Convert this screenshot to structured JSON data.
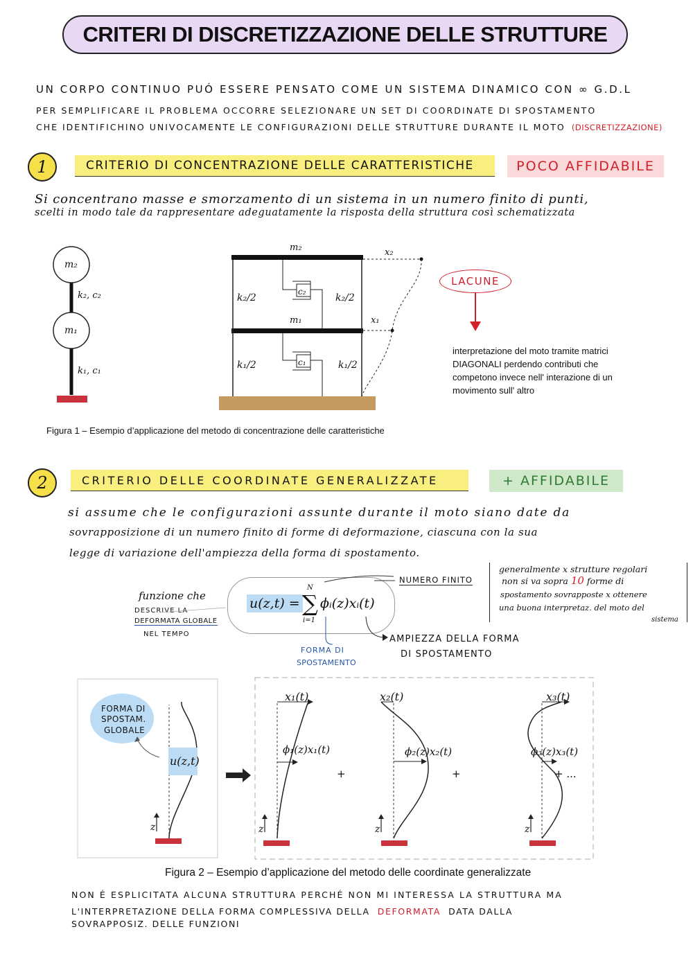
{
  "title": "CRITERI DI DISCRETIZZAZIONE DELLE STRUTTURE",
  "intro": {
    "line1": "UN CORPO CONTINUO PUÓ ESSERE PENSATO COME UN SISTEMA DINAMICO CON ∞ G.D.L",
    "line2": "PER SEMPLIFICARE IL PROBLEMA OCCORRE SELEZIONARE UN SET DI COORDINATE DI SPOSTAMENTO",
    "line3": "CHE IDENTIFICHINO UNIVOCAMENTE LE CONFIGURAZIONI DELLE STRUTTURE DURANTE IL MOTO",
    "line3_note": "(DISCRETIZZAZIONE)"
  },
  "section1": {
    "number": "1",
    "heading": "CRITERIO DI CONCENTRAZIONE DELLE CARATTERISTICHE",
    "badge": "POCO AFFIDABILE",
    "badge_color": "#f9d9d9",
    "text1": "Si concentrano masse e smorzamento di un sistema in un numero finito di punti,",
    "text2": "scelti in modo tale da rappresentare adeguatamente la risposta della struttura così schematizzata",
    "fig": {
      "m2": "m₂",
      "m1": "m₁",
      "k2c2": "k₂, c₂",
      "k1c1": "k₁, c₁",
      "frame_m2": "m₂",
      "frame_m1": "m₁",
      "x2": "x₂",
      "x1": "x₁",
      "c2": "c₂",
      "c1": "c₁",
      "k2half_l": "k₂/2",
      "k2half_r": "k₂/2",
      "k1half_l": "k₁/2",
      "k1half_r": "k₁/2"
    },
    "lacune": "LACUNE",
    "lacune_text": "interpretazione del moto tramite matrici DIAGONALI perdendo contributi che competono invece nell' interazione di un movimento sull' altro",
    "caption": "Figura 1 – Esempio d’applicazione del metodo di concentrazione delle caratteristiche"
  },
  "section2": {
    "number": "2",
    "heading": "CRITERIO DELLE COORDINATE GENERALIZZATE",
    "badge": "+ AFFIDABILE",
    "badge_color": "#cfe8c9",
    "text1": "si assume che le configurazioni assunte durante il moto siano date da",
    "text2": "sovrapposizione di un numero finito di forme di deformazione, ciascuna con la sua",
    "text3": "legge di variazione dell'ampiezza della forma di spostamento.",
    "formula_lhs": "u(z,t) =",
    "formula_sum_top": "N",
    "formula_sum_bottom": "i=1",
    "formula_rhs": "ϕᵢ(z)xᵢ(t)",
    "fn_note1": "funzione che",
    "fn_note2": "DESCRIVE LA",
    "fn_note3": "DEFORMATA GLOBALE",
    "fn_note4": "NEL TEMPO",
    "numero_finito": "NUMERO FINITO",
    "ampiezza1": "AMPIEZZA DELLA FORMA",
    "ampiezza2": "DI SPOSTAMENTO",
    "forma1": "FORMA DI",
    "forma2": "SPOSTAMENTO",
    "side_note_a": "generalmente x strutture regolari",
    "side_note_b1": "non si va sopra",
    "side_note_b_num": "10",
    "side_note_b2": "forme di",
    "side_note_c": "spostamento sovrapposte x ottenere",
    "side_note_d": "una buona interpretaz. del moto del",
    "side_note_e": "sistema",
    "fig": {
      "bubble1": "FORMA DI",
      "bubble2": "SPOSTAM.",
      "bubble3": "GLOBALE",
      "uzt": "u(z,t)",
      "z": "z",
      "x1t": "x₁(t)",
      "x2t": "x₂(t)",
      "x3t": "x₃(t)",
      "phi1": "ϕ₁(z)x₁(t)",
      "phi2": "ϕ₂(z)x₂(t)",
      "phi3": "ϕ₃(z)x₃(t)",
      "plus1": "+",
      "plus2": "+",
      "plus3": "+ ..."
    },
    "caption": "Figura 2 – Esempio d’applicazione del metodo delle coordinate generalizzate",
    "final1": "NON É ESPLICITATA ALCUNA STRUTTURA PERCHÉ NON MI INTERESSA LA STRUTTURA MA",
    "final2a": "L'INTERPRETAZIONE DELLA FORMA COMPLESSIVA DELLA",
    "final2b": "DEFORMATA",
    "final2c": "DATA DALLA",
    "final3": "SOVRAPPOSIZ. DELLE FUNZIONI"
  },
  "colors": {
    "accent_red": "#d0202a",
    "title_bg": "#e8d8f4",
    "highlight_yellow": "#f9ef7e",
    "bubble_blue": "#bcdcf5",
    "support_red": "#c8323a",
    "ground": "#c49a5e"
  }
}
